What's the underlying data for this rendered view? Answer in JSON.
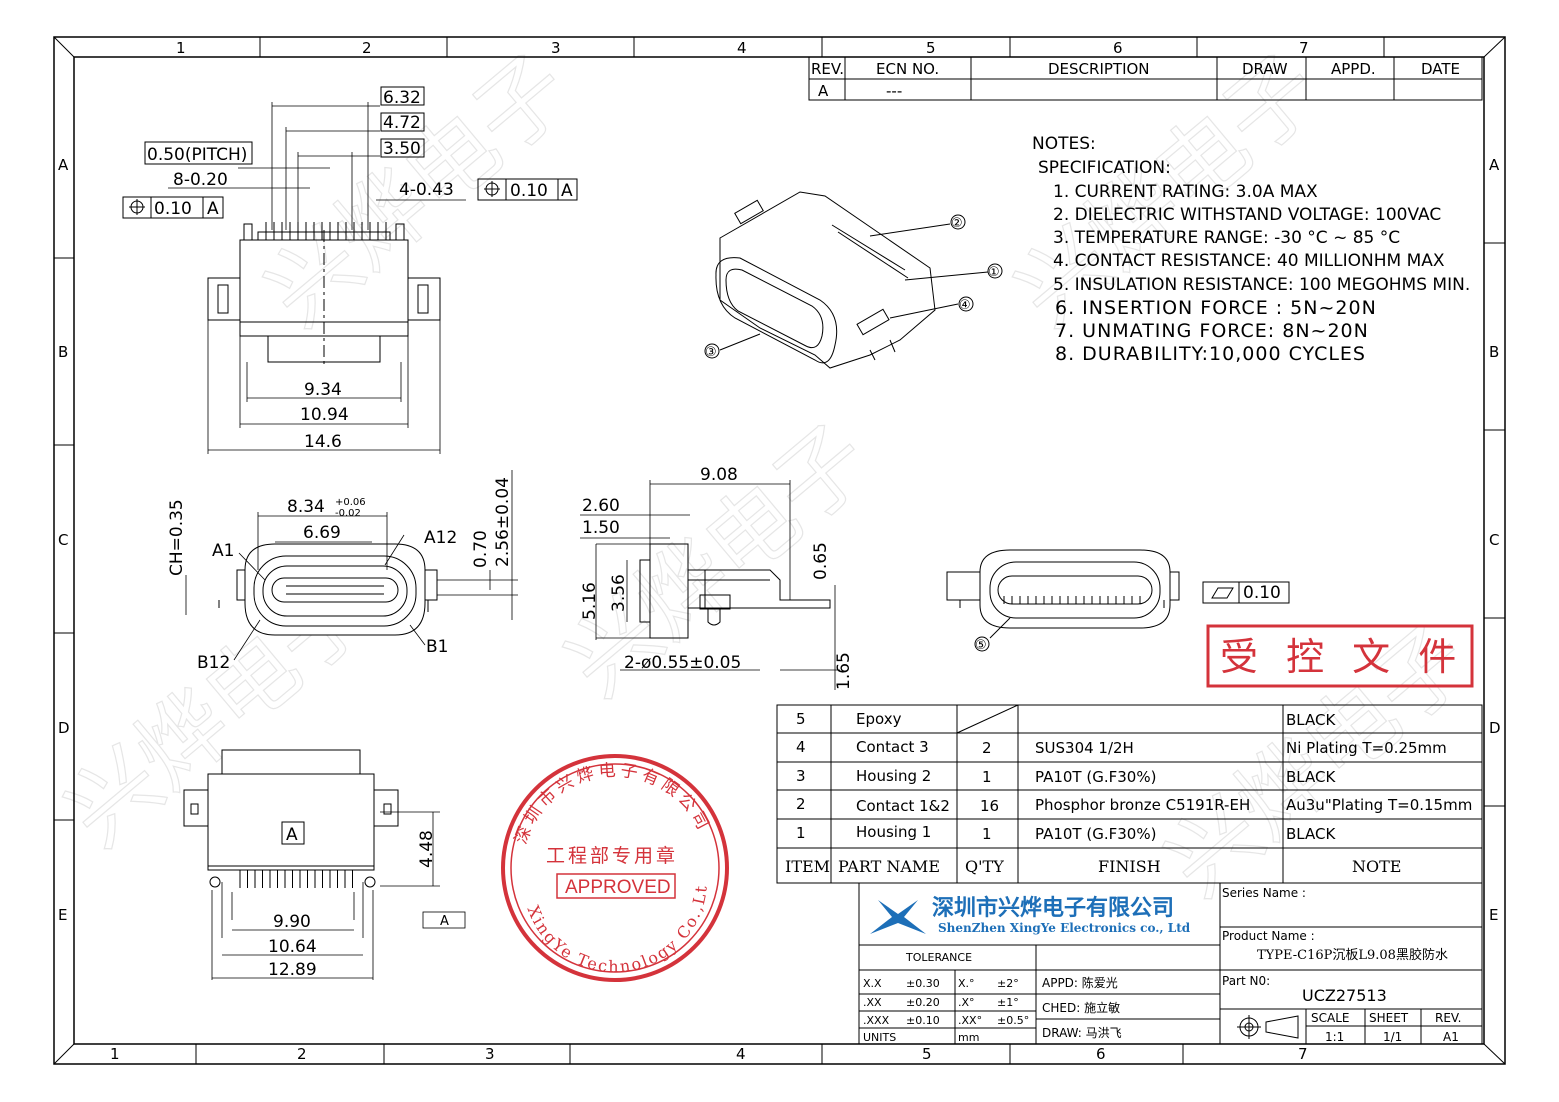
{
  "zones": {
    "cols_top": [
      "1",
      "2",
      "3",
      "4",
      "5",
      "6",
      "7"
    ],
    "cols_bottom": [
      "1",
      "2",
      "3",
      "4",
      "5",
      "6",
      "7"
    ],
    "rows": [
      "A",
      "B",
      "C",
      "D",
      "E"
    ]
  },
  "revision": {
    "headers": [
      "REV.",
      "ECN NO.",
      "DESCRIPTION",
      "DRAW",
      "APPD.",
      "DATE"
    ],
    "rows": [
      [
        "A",
        "---",
        "",
        "",
        "",
        ""
      ]
    ]
  },
  "notes": {
    "title": "NOTES:",
    "subtitle": "SPECIFICATION:",
    "items": [
      "1. CURRENT RATING: 3.0A MAX",
      "2. DIELECTRIC WITHSTAND VOLTAGE: 100VAC",
      "3. TEMPERATURE RANGE: -30 °C ~ 85 °C",
      "4. CONTACT RESISTANCE: 40 MILLIONHM MAX",
      "5. INSULATION RESISTANCE: 100 MEGOHMS MIN.",
      "6. INSERTION FORCE : 5N~20N",
      "7. UNMATING FORCE: 8N~20N",
      "8. DURABILITY:10,000 CYCLES"
    ]
  },
  "top_view": {
    "dims": {
      "d1": "6.32",
      "d2": "4.72",
      "d3": "3.50",
      "pitch": "0.50(PITCH)",
      "w1": "8-0.20",
      "w2": "4-0.43",
      "tol1": "0.10",
      "tol1_ref": "A",
      "tol2": "0.10",
      "tol2_ref": "A",
      "b1": "9.34",
      "b2": "10.94",
      "b3": "14.6"
    }
  },
  "front_view": {
    "dims": {
      "w1": "8.34",
      "w1_up": "+0.06",
      "w1_dn": "-0.02",
      "w2": "6.69",
      "ch": "CH=0.35",
      "h1": "0.70",
      "h2": "2.56±0.04",
      "a1": "A1",
      "a12": "A12",
      "b1": "B1",
      "b12": "B12"
    }
  },
  "side_view": {
    "dims": {
      "len": "9.08",
      "d1": "2.60",
      "d2": "1.50",
      "h1": "5.16",
      "h2": "3.56",
      "h3": "0.65",
      "h4": "1.65",
      "holes": "2-ø0.55±0.05"
    }
  },
  "bottom_view": {
    "dims": {
      "label": "A",
      "h": "4.48",
      "w1": "9.90",
      "w2": "10.64",
      "w3": "12.89",
      "datum": "A"
    }
  },
  "iso_balloons": [
    "②",
    "①",
    "④",
    "③"
  ],
  "flat_view": {
    "balloon": "⑤",
    "flatness": "0.10"
  },
  "controlled_stamp": "受 控 文 件",
  "seal": {
    "top": "深圳市兴烨电子有限公司",
    "bottom": "XingYe Technology Co.,Ltd",
    "middle": "工程部专用章",
    "approved": "APPROVED"
  },
  "bom": {
    "rows": [
      {
        "item": "5",
        "name": "Epoxy",
        "qty": "",
        "finish": "",
        "note": "BLACK"
      },
      {
        "item": "4",
        "name": "Contact 3",
        "qty": "2",
        "finish": "SUS304 1/2H",
        "note": "Ni  Plating  T=0.25mm"
      },
      {
        "item": "3",
        "name": "Housing 2",
        "qty": "1",
        "finish": "PA10T (G.F30%)",
        "note": "BLACK"
      },
      {
        "item": "2",
        "name": "Contact 1&2",
        "qty": "16",
        "finish": "Phosphor bronze C5191R-EH",
        "note": "Au3u\"Plating  T=0.15mm"
      },
      {
        "item": "1",
        "name": "Housing 1",
        "qty": "1",
        "finish": "PA10T (G.F30%)",
        "note": "BLACK"
      }
    ],
    "headers": {
      "item": "ITEM",
      "name": "PART  NAME",
      "qty": "Q'TY",
      "finish": "FINISH",
      "note": "NOTE"
    }
  },
  "title_block": {
    "company_cn": "深圳市兴烨电子有限公司",
    "company_en": "ShenZhen XingYe Electronics co., Ltd",
    "series_label": "Series Name :",
    "series_value": "",
    "product_label": "Product Name :",
    "product_value": "TYPE-C16P沉板L9.08黑胶防水",
    "part_label": "Part N0:",
    "part_value": "UCZ27513",
    "tolerance_label": "TOLERANCE",
    "tol": [
      [
        "X.X",
        "±0.30",
        "X.°",
        "±2°"
      ],
      [
        ".XX",
        "±0.20",
        ".X°",
        "±1°"
      ],
      [
        ".XXX",
        "±0.10",
        ".XX°",
        "±0.5°"
      ]
    ],
    "units_label": "UNITS",
    "units_value": "mm",
    "appd": "APPD: 陈爱光",
    "ched": "CHED: 施立敏",
    "draw": "DRAW: 马洪飞",
    "scale_label": "SCALE",
    "scale_value": "1:1",
    "sheet_label": "SHEET",
    "sheet_value": "1/1",
    "rev_label": "REV.",
    "rev_value": "A1"
  },
  "watermark": "兴烨电子"
}
